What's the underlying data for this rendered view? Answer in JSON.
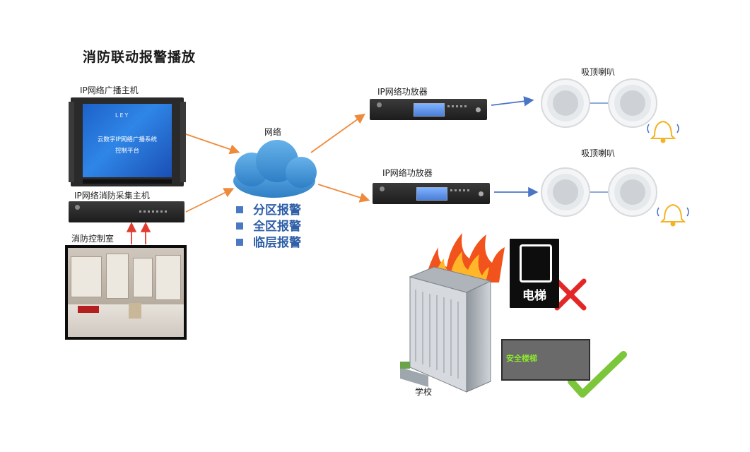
{
  "title": "消防联动报警播放",
  "labels": {
    "broadcast_host": "IP网络广播主机",
    "fire_collector": "IP网络消防采集主机",
    "control_room": "消防控制室",
    "network": "网络",
    "amp_top": "IP网络功放器",
    "amp_bottom": "IP网络功放器",
    "speaker_top": "吸顶喇叭",
    "speaker_bottom": "吸顶喇叭",
    "school": "学校"
  },
  "features": [
    "分区报警",
    "全区报警",
    "临层报警"
  ],
  "host_screen": {
    "logo": "LEY",
    "line1": "云数字IP网络广播系统",
    "line2": "控制平台"
  },
  "signs": {
    "elevator": "电梯",
    "safe_stairs": "安全楼梯"
  },
  "colors": {
    "orange_arrow": "#ee8a3c",
    "blue_arrow": "#4a74c4",
    "red_arrow": "#e23b2e",
    "feature_text": "#2f5fa8",
    "cloud": "#3a8fd0",
    "check": "#7cc63b",
    "cross": "#e32626",
    "bell": "#f4b324"
  }
}
